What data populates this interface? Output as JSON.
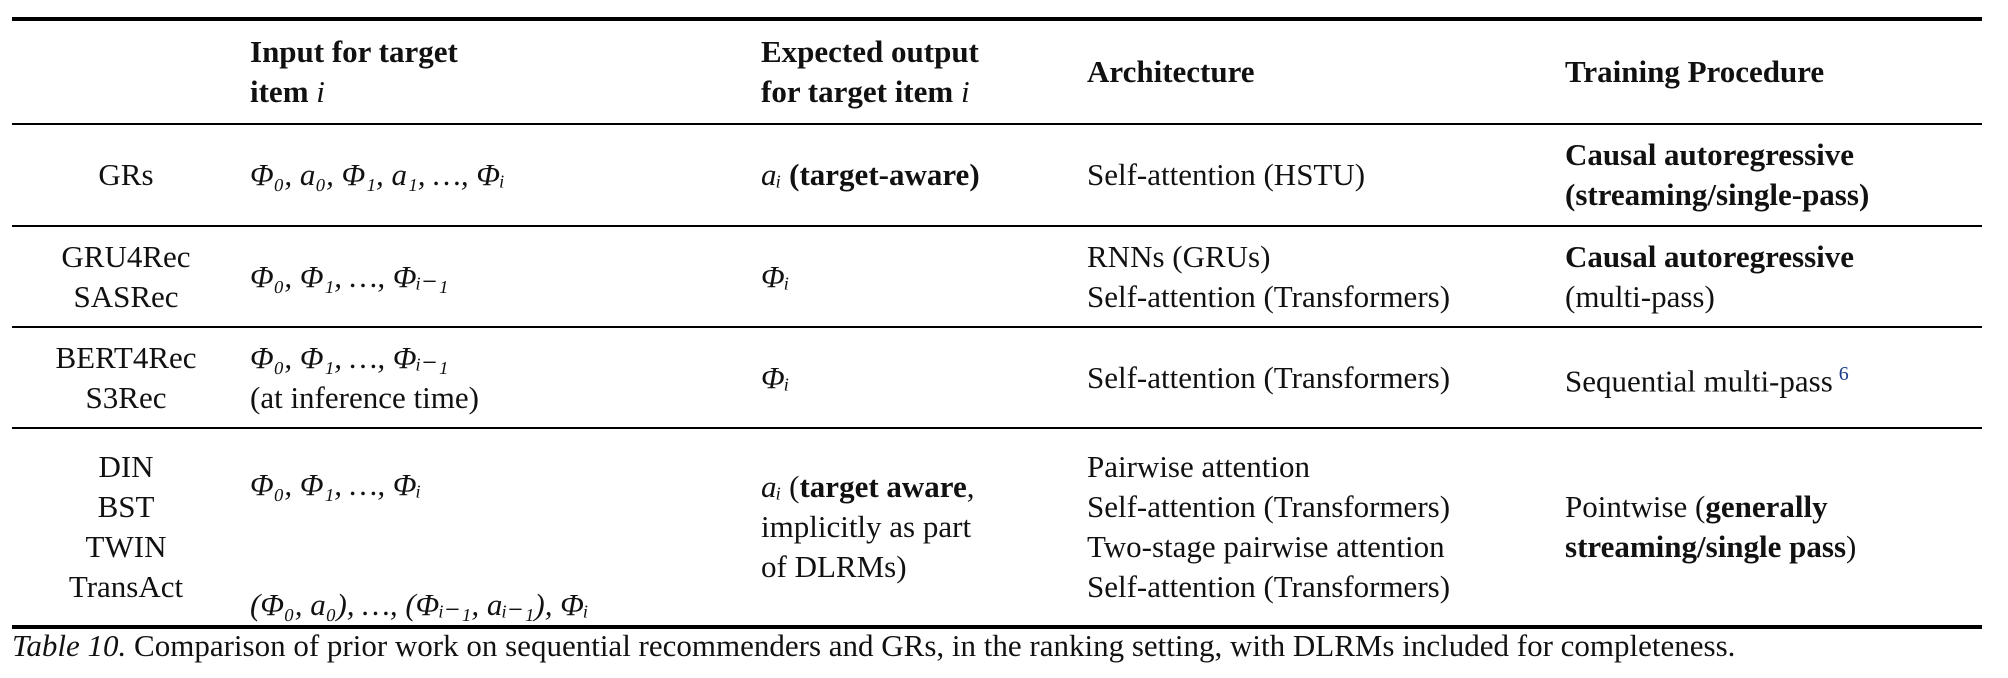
{
  "header": {
    "col1": "",
    "col2_l1": "Input for target",
    "col2_l2": "item",
    "col2_var": "i",
    "col3_l1": "Expected output",
    "col3_l2": "for target item",
    "col3_var": "i",
    "col4": "Architecture",
    "col5": "Training Procedure"
  },
  "rows": [
    {
      "methods": [
        "GRs"
      ],
      "input": [
        "Φ₀, a₀, Φ₁, a₁, …, Φᵢ"
      ],
      "output_math": "aᵢ",
      "output_bold": "(target-aware)",
      "arch": [
        "Self-attention (HSTU)"
      ],
      "training_bold_1": "Causal autoregressive",
      "training_bold_2": "(streaming/single-pass)"
    },
    {
      "methods": [
        "GRU4Rec",
        "SASRec"
      ],
      "input": [
        "Φ₀, Φ₁, …, Φᵢ₋₁"
      ],
      "output_math": "Φᵢ",
      "arch": [
        "RNNs (GRUs)",
        "Self-attention (Transformers)"
      ],
      "training_bold_1": "Causal autoregressive",
      "training_2": "(multi-pass)"
    },
    {
      "methods": [
        "BERT4Rec",
        "S3Rec"
      ],
      "input": [
        "Φ₀, Φ₁, …, Φᵢ₋₁",
        "(at inference time)"
      ],
      "output_math": "Φᵢ",
      "arch": [
        "Self-attention (Transformers)"
      ],
      "training": "Sequential multi-pass",
      "footnote": "6"
    },
    {
      "methods": [
        "DIN",
        "BST",
        "TWIN",
        "TransAct"
      ],
      "input": [
        "Φ₀, Φ₁, …, Φᵢ",
        "(Φ₀, a₀), …, (Φᵢ₋₁, aᵢ₋₁), Φᵢ"
      ],
      "output_math": "aᵢ",
      "output_open": "(",
      "output_bold": "target aware",
      "output_rest_1": ",",
      "output_rest_2": "implicitly as part",
      "output_rest_3": "of DLRMs)",
      "arch": [
        "Pairwise attention",
        "Self-attention (Transformers)",
        "Two-stage pairwise attention",
        "Self-attention (Transformers)"
      ],
      "training_1": "Pointwise (",
      "training_bold_1": "generally",
      "training_bold_2": "streaming/single pass",
      "training_2": ")"
    }
  ],
  "caption": {
    "label": "Table 10.",
    "text": " Comparison of prior work on sequential recommenders and GRs, in the ranking setting, with DLRMs included for completeness."
  }
}
